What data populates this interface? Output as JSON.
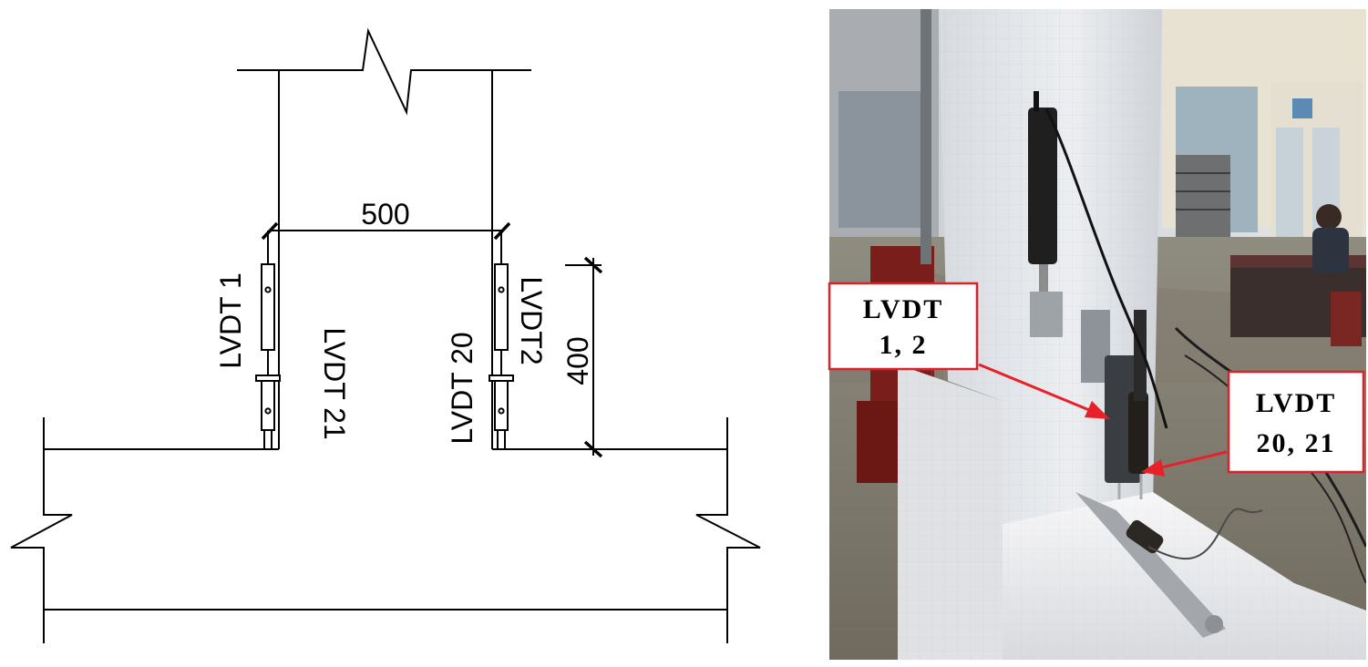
{
  "drawing": {
    "dimension_width": "500",
    "dimension_height": "400",
    "sensor_labels": {
      "lvdt1": "LVDT 1",
      "lvdt21": "LVDT 21",
      "lvdt20": "LVDT 20",
      "lvdt2": "LVDT2"
    }
  },
  "photo": {
    "callout_left": {
      "line1": "LVDT",
      "line2": "1, 2"
    },
    "callout_right": {
      "line1": "LVDT",
      "line2": "20, 21"
    },
    "sign_text": "",
    "arrow_color": "#e8202a",
    "frame_color": "#d9232b"
  }
}
